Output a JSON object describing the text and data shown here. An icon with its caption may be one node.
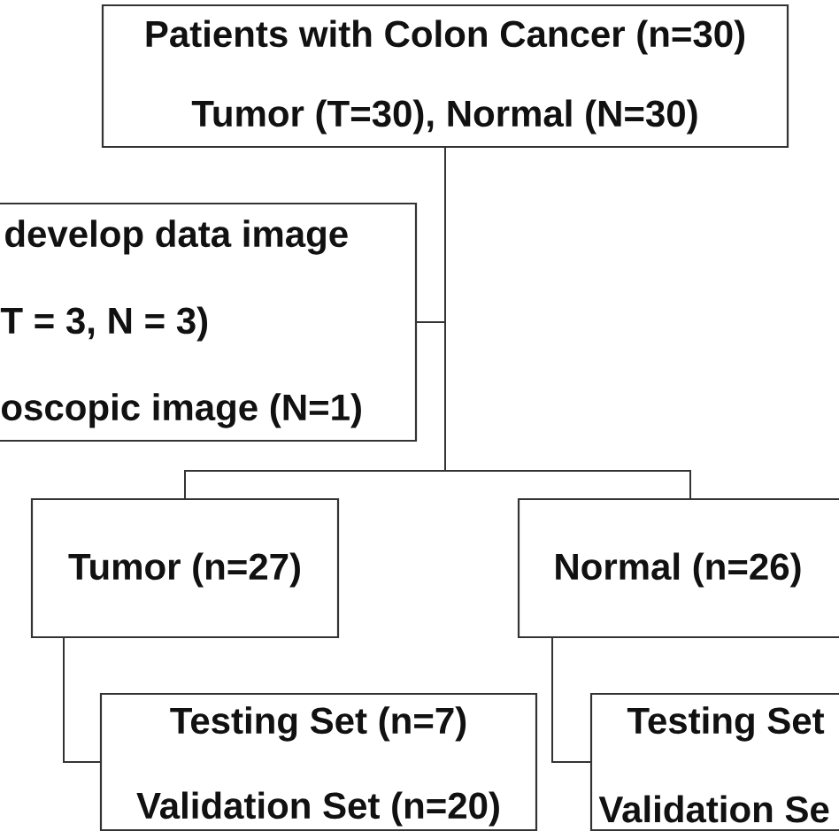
{
  "diagram": {
    "nodes": [
      {
        "text": [
          "Patients with Colon Cancer (n=30)",
          "Tumor (T=30), Normal (N=30)"
        ]
      },
      {
        "text": [
          "develop data image",
          "T = 3, N = 3)",
          "oscopic image (N=1)"
        ]
      },
      {
        "text": [
          "Tumor (n=27)"
        ]
      },
      {
        "text": [
          "Normal (n=26)"
        ]
      },
      {
        "text": [
          "Testing Set (n=7)",
          "Validation Set (n=20)"
        ]
      },
      {
        "text": [
          "Testing Set",
          "Validation Se"
        ]
      }
    ],
    "edges": [
      {
        "from": 0,
        "to": 1,
        "arrow": "none"
      },
      {
        "from": 0,
        "to": 2,
        "arrow": "none"
      },
      {
        "from": 0,
        "to": 3,
        "arrow": "none"
      },
      {
        "from": 2,
        "to": 4,
        "arrow": "none"
      },
      {
        "from": 3,
        "to": 5,
        "arrow": "none"
      }
    ]
  }
}
